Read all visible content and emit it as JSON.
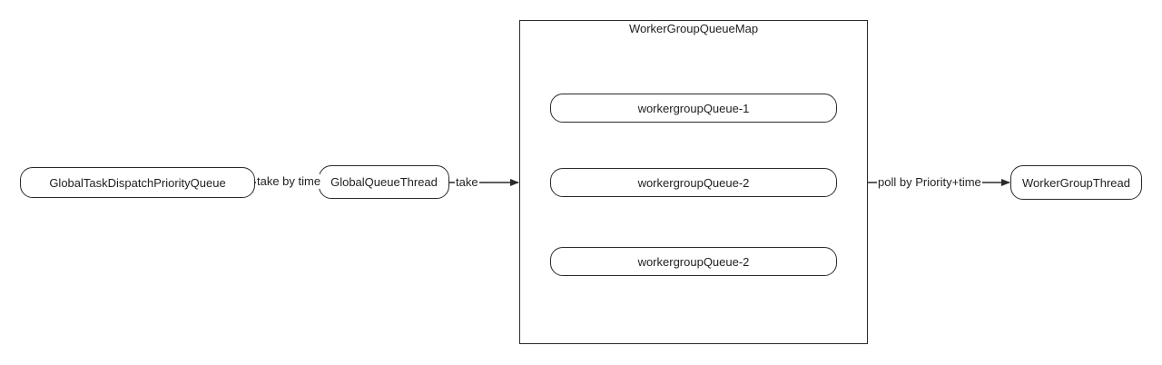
{
  "nodes": {
    "global_priority_queue": "GlobalTaskDispatchPriorityQueue",
    "global_queue_thread": "GlobalQueueThread",
    "worker_group_thread": "WorkerGroupThread"
  },
  "group": {
    "title": "WorkerGroupQueueMap",
    "queues": [
      "workergroupQueue-1",
      "workergroupQueue-2",
      "workergroupQueue-2"
    ]
  },
  "edges": {
    "take_by_time": "take by time",
    "take": "take",
    "poll": "poll by Priority+time"
  },
  "colors": {
    "stroke": "#2a2a2a",
    "text": "#1f1f1f",
    "background": "#ffffff"
  }
}
